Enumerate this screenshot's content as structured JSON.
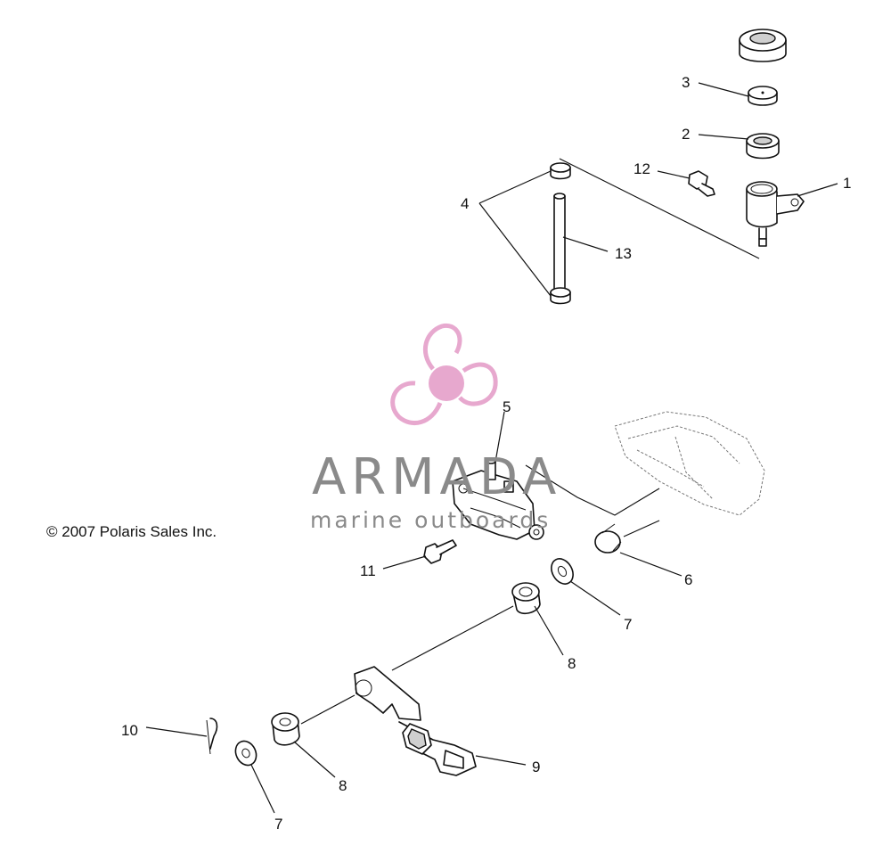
{
  "copyright": "© 2007 Polaris Sales Inc.",
  "watermark": {
    "title": "ARMADA",
    "subtitle": "marine outboards",
    "logo_color": "#e6a4cc"
  },
  "callouts": {
    "c1": "1",
    "c2": "2",
    "c3": "3",
    "c4": "4",
    "c5": "5",
    "c6": "6",
    "c7a": "7",
    "c7b": "7",
    "c8a": "8",
    "c8b": "8",
    "c9": "9",
    "c10": "10",
    "c11": "11",
    "c12": "12",
    "c13": "13"
  }
}
